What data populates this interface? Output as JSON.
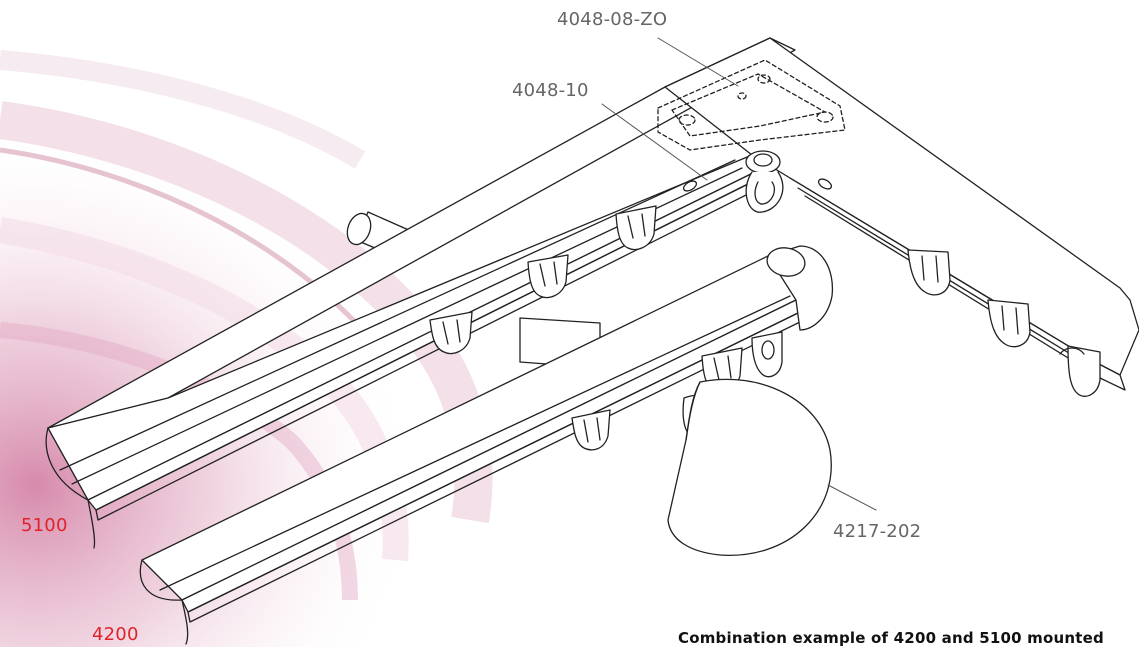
{
  "figure": {
    "caption": "Combination example of 4200 and 5100 mounted",
    "part_labels": {
      "corner_connector": "4048-08-ZO",
      "track_screw": "4048-10",
      "end_cap": "4217-202"
    },
    "profile_labels": {
      "upper_track": "5100",
      "lower_track": "4200"
    }
  },
  "colors": {
    "part_label": "#666666",
    "profile_label": "#e0232b",
    "caption": "#111111",
    "line_art": "#222222",
    "background_tint": "#c9638f"
  }
}
